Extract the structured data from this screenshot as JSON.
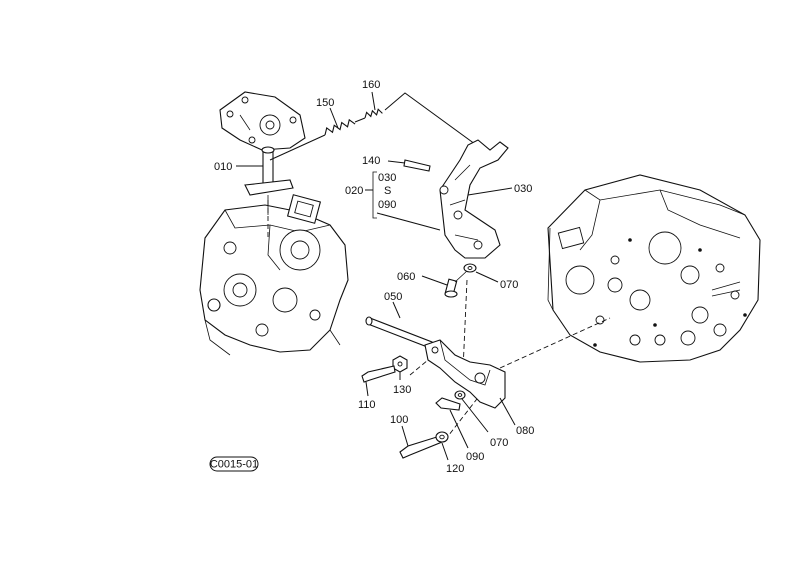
{
  "diagram": {
    "labels": {
      "p010": "010",
      "p020": "020",
      "p030a": "030",
      "p030b": "030",
      "p050": "050",
      "p060": "060",
      "p070a": "070",
      "p070b": "070",
      "p080": "080",
      "p090a": "090",
      "p090b": "090",
      "p100": "100",
      "p110": "110",
      "p120": "120",
      "p130": "130",
      "p140": "140",
      "p150": "150",
      "p160": "160",
      "tilde": "S"
    },
    "code": "C0015-01"
  }
}
